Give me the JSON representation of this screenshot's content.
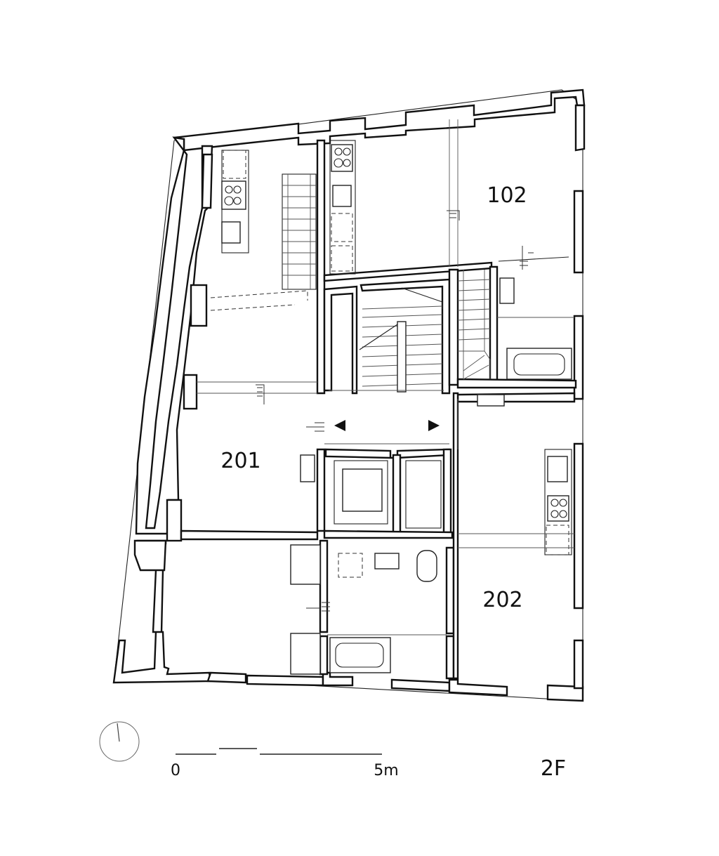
{
  "plan": {
    "floor_label": "2F",
    "rooms": [
      {
        "id": "102",
        "label": "102"
      },
      {
        "id": "201",
        "label": "201"
      },
      {
        "id": "202",
        "label": "202"
      }
    ],
    "scale_bar": {
      "start_label": "0",
      "end_label": "5m"
    }
  }
}
